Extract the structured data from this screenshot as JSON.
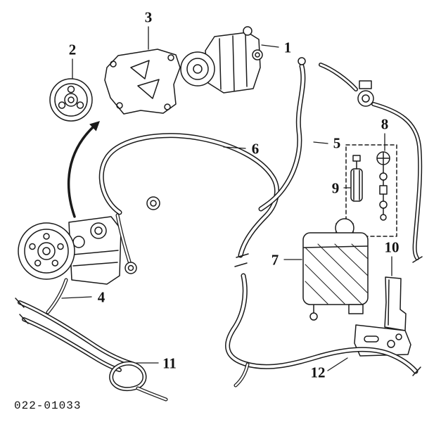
{
  "diagram": {
    "code": "022-01033",
    "colors": {
      "line": "#1a1a1a",
      "background": "#ffffff"
    },
    "labels": [
      "1",
      "2",
      "3",
      "4",
      "5",
      "6",
      "7",
      "8",
      "9",
      "10",
      "11",
      "12"
    ]
  }
}
